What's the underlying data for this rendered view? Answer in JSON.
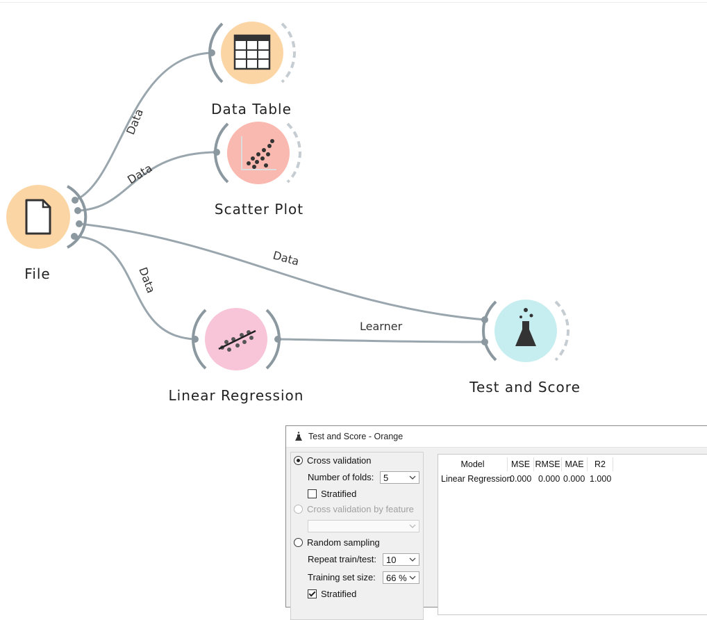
{
  "canvas": {
    "nodes": {
      "file": {
        "label": "File",
        "icon": "file-icon",
        "color": "#fcd5a4"
      },
      "data_table": {
        "label": "Data Table",
        "icon": "table-icon",
        "color": "#fcd5a4"
      },
      "scatter_plot": {
        "label": "Scatter Plot",
        "icon": "scatter-plot-icon",
        "color": "#f9b8b0"
      },
      "linear_regression": {
        "label": "Linear Regression",
        "icon": "regression-icon",
        "color": "#f7c4d8"
      },
      "test_and_score": {
        "label": "Test and Score",
        "icon": "flask-icon",
        "color": "#c6eef0"
      }
    },
    "links": {
      "file_to_data_table": "Data",
      "file_to_scatter_plot": "Data",
      "file_to_test_score": "Data",
      "file_to_linear_regression": "Data",
      "learner_to_test_score": "Learner"
    }
  },
  "dialog": {
    "title": "Test and Score - Orange",
    "sampling": {
      "cross_validation": "Cross validation",
      "number_of_folds_label": "Number of folds:",
      "number_of_folds_value": "5",
      "stratified_1": "Stratified",
      "cv_by_feature": "Cross validation by feature",
      "random_sampling": "Random sampling",
      "repeat_label": "Repeat train/test:",
      "repeat_value": "10",
      "training_size_label": "Training set size:",
      "training_size_value": "66 %",
      "stratified_2": "Stratified"
    },
    "results": {
      "columns": [
        "Model",
        "MSE",
        "RMSE",
        "MAE",
        "R2"
      ],
      "rows": [
        {
          "model": "Linear Regression",
          "mse": "0.000",
          "rmse": "0.000",
          "mae": "0.000",
          "r2": "1.000"
        }
      ]
    }
  }
}
